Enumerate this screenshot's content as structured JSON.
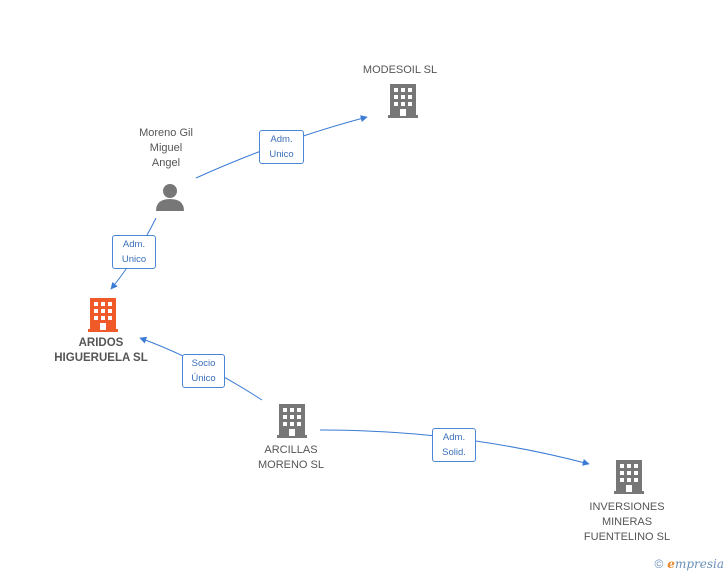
{
  "colors": {
    "edge": "#3a7bd5",
    "company_icon": "#777777",
    "main_company_icon": "#f05a28",
    "person_icon": "#777777"
  },
  "nodes": {
    "modesoil": {
      "lines": [
        "MODESOIL SL"
      ],
      "icon": "building-icon"
    },
    "moreno": {
      "lines": [
        "Moreno Gil",
        "Miguel",
        "Angel"
      ],
      "icon": "person-icon"
    },
    "aridos": {
      "lines": [
        "ARIDOS",
        "HIGUERUELA SL"
      ],
      "icon": "building-icon"
    },
    "arcillas": {
      "lines": [
        "ARCILLAS",
        "MORENO SL"
      ],
      "icon": "building-icon"
    },
    "inversiones": {
      "lines": [
        "INVERSIONES",
        "MINERAS",
        "FUENTELINO SL"
      ],
      "icon": "building-icon"
    }
  },
  "edges": {
    "moreno_modesoil": {
      "lines": [
        "Adm.",
        "Unico"
      ]
    },
    "moreno_aridos": {
      "lines": [
        "Adm.",
        "Unico"
      ]
    },
    "arcillas_aridos": {
      "lines": [
        "Socio",
        "Único"
      ]
    },
    "arcillas_inversiones": {
      "lines": [
        "Adm.",
        "Solid."
      ]
    }
  },
  "brand": {
    "copyright": "©",
    "first_letter": "e",
    "rest": "mpresia"
  }
}
